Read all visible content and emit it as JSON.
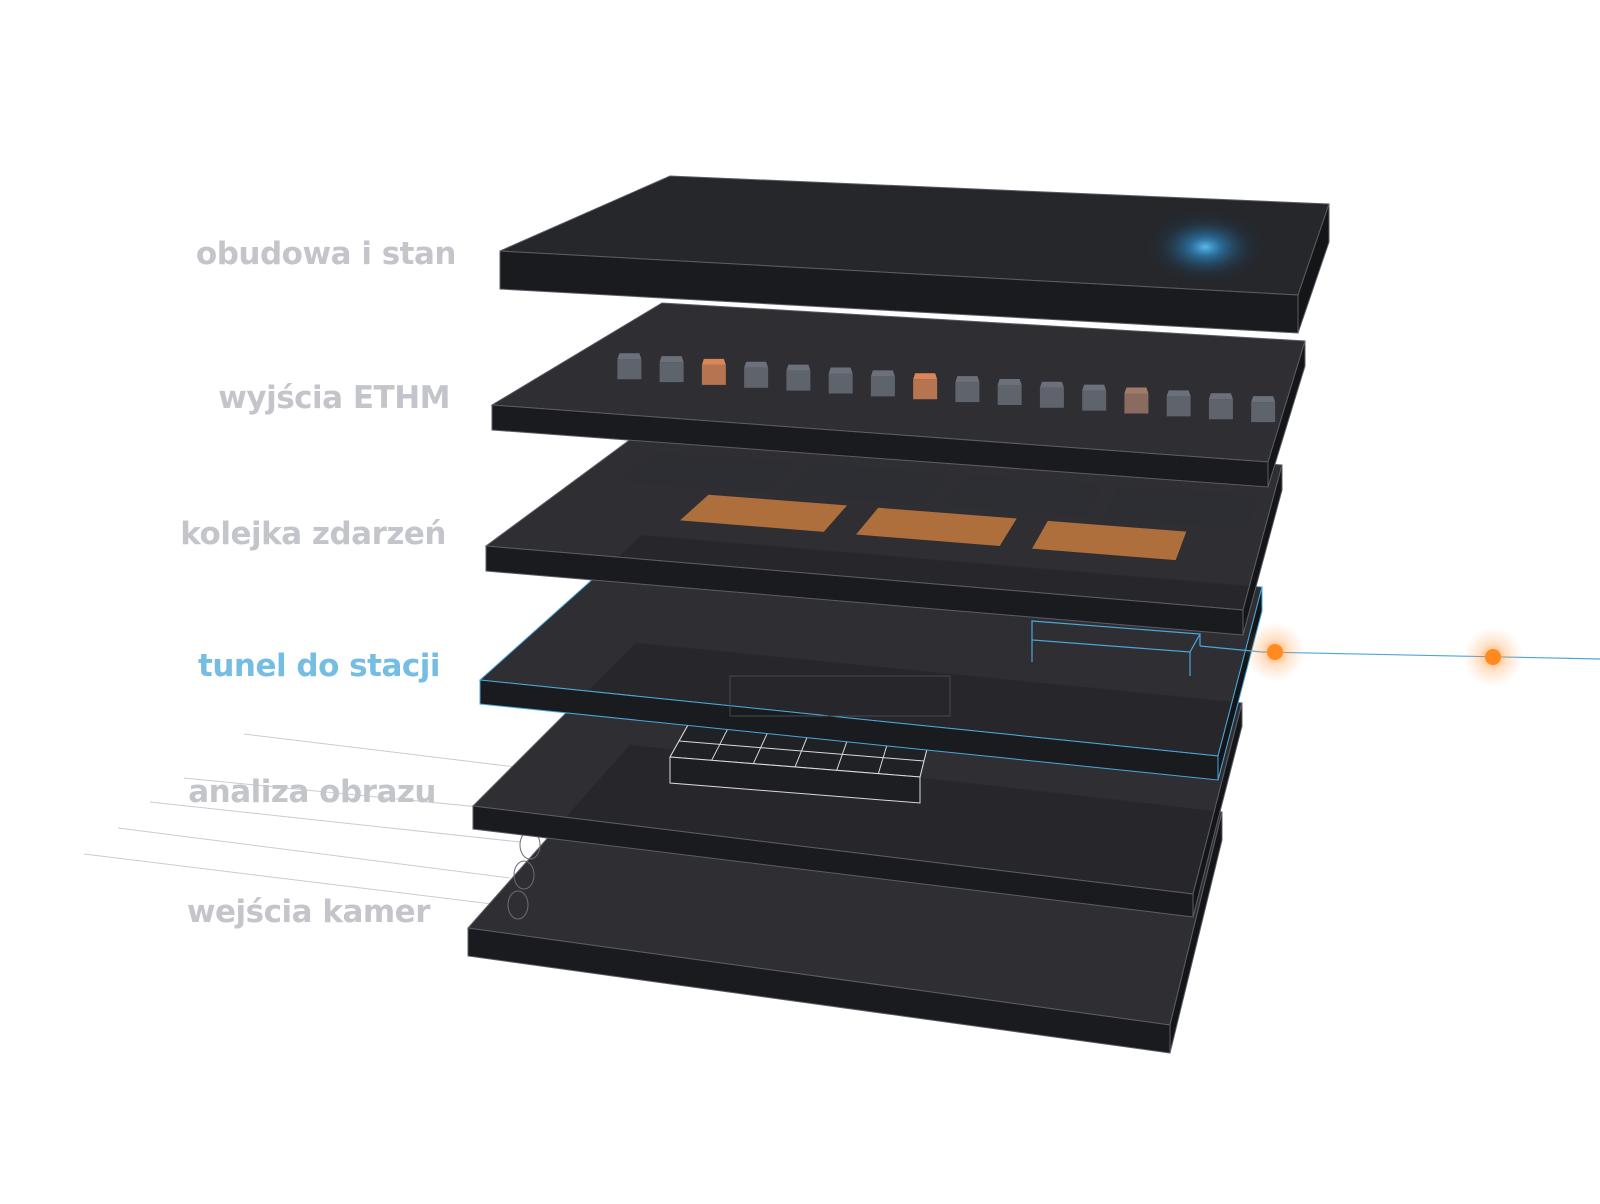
{
  "layers": [
    {
      "id": "enclosure",
      "label": "obudowa i stan",
      "active": false
    },
    {
      "id": "outputs",
      "label": "wyjścia ETHM",
      "active": false
    },
    {
      "id": "queue",
      "label": "kolejka zdarzeń",
      "active": false
    },
    {
      "id": "tunnel",
      "label": "tunel do stacji",
      "active": true
    },
    {
      "id": "analysis",
      "label": "analiza obrazu",
      "active": false
    },
    {
      "id": "cameras",
      "label": "wejścia kamer",
      "active": false
    }
  ],
  "outputs": {
    "count": 16,
    "active_indices": [
      2,
      7
    ],
    "dim_active_indices": [
      12
    ]
  },
  "queue": {
    "active_slots": 3
  },
  "colors": {
    "slab_top": "#26272b",
    "slab_front": "#1a1b1e",
    "slab_side": "#141517",
    "edge": "#5a5d66",
    "label": "#c3c5cb",
    "accent_blue": "#76bde4",
    "tunnel_line": "#4aa7dd",
    "accent_orange": "#ff8a1f",
    "output_off": "#6c707b",
    "output_on": "#d98658",
    "status_glow": "#2e8fd0"
  },
  "icons": {
    "status_glow": "status-led-icon",
    "tunnel_node": "network-node-icon"
  }
}
